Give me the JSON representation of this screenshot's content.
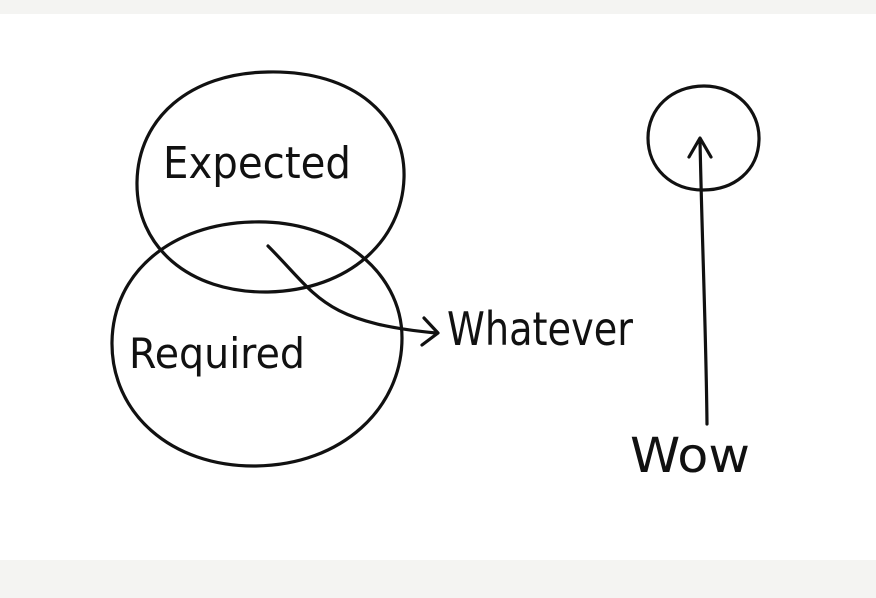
{
  "labels": {
    "expected": "Expected",
    "required": "Required",
    "whatever": "Whatever",
    "wow": "Wow"
  },
  "colors": {
    "ink": "#111111",
    "paper": "#ffffff",
    "background": "#f4f4f2"
  }
}
